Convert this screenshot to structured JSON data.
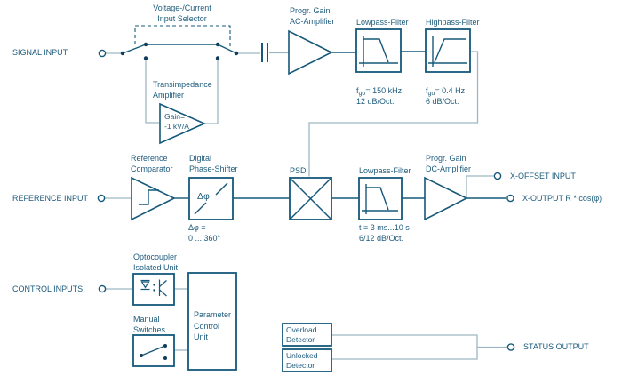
{
  "colors": {
    "accent_dark": "#15587a",
    "text": "#1d5b7c",
    "wire_light": "#9eb6c2",
    "dot": "#0e3c5a",
    "background": "#ffffff"
  },
  "signal_path": {
    "input_label": "SIGNAL INPUT",
    "selector_label": "Voltage-/Current\nInput Selector",
    "transimpedance_label": "Transimpedance\nAmplifier",
    "transimpedance_gain": "Gain=\n-1 kV/A",
    "ac_amp_label": "Progr. Gain\nAC-Amplifier",
    "lowpass_label": "Lowpass-Filter",
    "lowpass_f_prefix": "f",
    "lowpass_f_sub": "go",
    "lowpass_f_value": "= 150 kHz",
    "lowpass_slope": "12 dB/Oct.",
    "highpass_label": "Highpass-Filter",
    "highpass_f_prefix": "f",
    "highpass_f_sub": "gu",
    "highpass_f_value": "= 0.4 Hz",
    "highpass_slope": "6 dB/Oct."
  },
  "reference_path": {
    "input_label": "REFERENCE INPUT",
    "comparator_label": "Reference\nComparator",
    "phase_shifter_label": "Digital\nPhase-Shifter",
    "phase_shifter_symbol": "Δφ",
    "phase_shifter_range": "Δφ =\n0 ... 360°",
    "psd_label": "PSD",
    "lowpass_label": "Lowpass-Filter",
    "lowpass_time_constant": "t = 3 ms...10 s",
    "lowpass_slope": "6/12 dB/Oct.",
    "dc_amp_label": "Progr. Gain\nDC-Amplifier",
    "x_offset_label": "X-OFFSET INPUT",
    "x_output_label": "X-OUTPUT R * cos(φ)"
  },
  "control_path": {
    "input_label": "CONTROL INPUTS",
    "optocoupler_label": "Optocoupler\nIsolated Unit",
    "manual_switches_label": "Manual\nSwitches",
    "parameter_unit_label": "Parameter\nControl\nUnit"
  },
  "status_path": {
    "overload_label": "Overload\nDetector",
    "unlocked_label": "Unlocked\nDetector",
    "output_label": "STATUS OUTPUT"
  }
}
